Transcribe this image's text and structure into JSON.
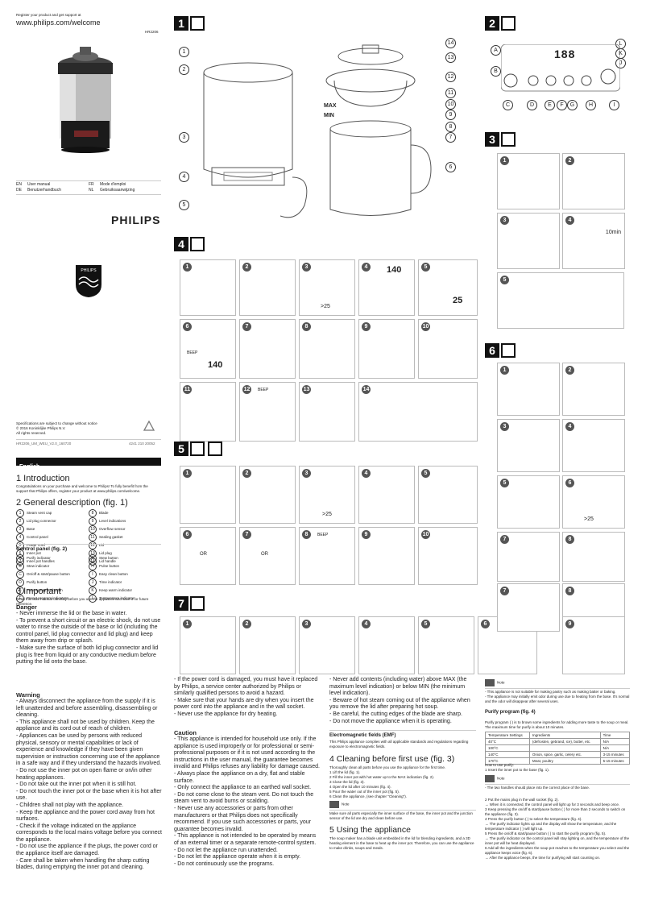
{
  "header": {
    "register_line": "Register your product and get support at",
    "url": "www.philips.com/welcome",
    "model": "HR2206"
  },
  "languages": [
    {
      "code": "EN",
      "name": "User manual"
    },
    {
      "code": "DE",
      "name": "Benutzerhandbuch"
    },
    {
      "code": "FR",
      "name": "Mode d'emploi"
    },
    {
      "code": "NL",
      "name": "Gebruiksaanwijzing"
    }
  ],
  "brand": "PHILIPS",
  "cover_footer": {
    "spec_line": "Specifications are subject to change without notice",
    "copyright": "© 2016 Koninklijke Philips N.V.",
    "rights": "All rights reserved.",
    "doc_code": "HR2206_UM_WEU_V2.0_160720",
    "part_no": "4241 210 20052"
  },
  "fig_labels": {
    "f1": "1",
    "f2": "2",
    "f3": "3",
    "f4": "4",
    "f5": "5",
    "f6": "6",
    "f7": "7"
  },
  "fig1_callouts_left": [
    "1",
    "2",
    "3",
    "4",
    "5"
  ],
  "fig1_callouts_right": [
    "14",
    "13",
    "12",
    "11",
    "10",
    "9",
    "8",
    "7",
    "6"
  ],
  "fig1_level": {
    "max": "MAX",
    "min": "MIN"
  },
  "fig2_callouts_top": [
    "A",
    "B",
    "L",
    "K",
    "J"
  ],
  "fig2_callouts_bottom": [
    "C",
    "D",
    "E",
    "F",
    "G",
    "H",
    "I"
  ],
  "fig2_display": "188",
  "fig3_panels": [
    "1",
    "2",
    "3",
    "4",
    "5"
  ],
  "fig3_timer": "10min",
  "fig4_panels": [
    "1",
    "2",
    "3",
    "4",
    "5",
    "6",
    "7",
    "8",
    "9",
    "10",
    "11",
    "12",
    "13",
    "14"
  ],
  "fig4_texts": {
    "temp1": "140",
    "temp2": "25",
    "speed": ">25",
    "beep": "BEEP",
    "beep2": "BEEP",
    "temp3": "140"
  },
  "fig5_panels": [
    "1",
    "2",
    "3",
    "4",
    "5",
    "6",
    "7",
    "8",
    "9",
    "10"
  ],
  "fig5_texts": {
    "speed": ">25",
    "or1": "OR",
    "or2": "OR",
    "beep": "BEEP"
  },
  "fig6_panels": [
    "1",
    "2",
    "3",
    "4",
    "5",
    "6",
    "7",
    "8"
  ],
  "fig6_texts": {
    "speed": ">25"
  },
  "fig7_panels": [
    "1",
    "2",
    "3",
    "4",
    "5",
    "6",
    "7",
    "8",
    "9"
  ],
  "language_bar": "English",
  "sections": {
    "intro_title": "1   Introduction",
    "intro_text": "Congratulations on your purchase and welcome to Philips! To fully benefit from the support that Philips offers, register your product at www.philips.com/welcome.",
    "general_title": "2   General description (fig. 1)",
    "parts_left": [
      "Steam vent cap",
      "Lid plug connector",
      "Base",
      "Control panel",
      "Power cord",
      "Inner pot",
      "Inner pot handles"
    ],
    "parts_right": [
      "Blade",
      "Level indications",
      "Overflow sensor",
      "Sealing gasket",
      "Lid",
      "Lid plug",
      "Lid handle"
    ],
    "control_title": "Control panel (fig. 2)",
    "control_left": [
      "Purify indicator",
      "Stew indicator",
      "On/off & start/pause button",
      "Purify button",
      "Preset program button",
      "Preset program indicators"
    ],
    "control_right": [
      "Stew button",
      "Pulse button",
      "Easy clean button",
      "Time indicator",
      "Keep warm indicator",
      "Temperature indicator"
    ],
    "important_title": "3   Important",
    "important_intro": "Read this user manual carefully before you use the appliance and save it for future reference.",
    "danger_title": "Danger",
    "danger_items": [
      "Never immerse the lid or the base in water.",
      "To prevent a short circuit or an electric shock, do not use water to rinse the outside of the base or lid (including the control panel, lid plug connector and lid plug) and keep them away from drip or splash.",
      "Make sure the surface of both lid plug connector and lid plug is free from liquid or any conductive medium before putting the lid onto the base."
    ],
    "warning_title": "Warning",
    "warning_items": [
      "Always disconnect the appliance from the supply if it is left unattended and before assembling, disassembling or cleaning.",
      "This appliance shall not be used by children. Keep the appliance and its cord out of reach of children.",
      "Appliances can be used by persons with reduced physical, sensory or mental capabilities or lack of experience and knowledge if they have been given supervision or instruction concerning use of the appliance in a safe way and if they understand the hazards involved.",
      "Do not use the inner pot on open flame or on/in other heating appliances.",
      "Do not take out the inner pot when it is still hot.",
      "Do not touch the inner pot or the base when it is hot after use.",
      "Children shall not play with the appliance.",
      "Keep the appliance and the power cord away from hot surfaces.",
      "Check if the voltage indicated on the appliance corresponds to the local mains voltage before you connect the appliance.",
      "Do not use the appliance if the plugs, the power cord or the appliance itself are damaged.",
      "Care shall be taken when handling the sharp cutting blades, during emptying the inner pot and cleaning."
    ],
    "col2_items": [
      "If the power cord is damaged, you must have it replaced by Philips, a service center authorized by Philips or similarly qualified persons to avoid a hazard.",
      "Make sure that your hands are dry when you insert the power cord into the appliance and in the wall socket.",
      "Never use the appliance for dry heating."
    ],
    "caution_title": "Caution",
    "caution_items": [
      "This appliance is intended for household use only. If the appliance is used improperly or for professional or semi-professional purposes or if it is not used according to the instructions in the user manual, the guarantee becomes invalid and Philips refuses any liability for damage caused.",
      "Always place the appliance on a dry, flat and stable surface.",
      "Only connect the appliance to an earthed wall socket.",
      "Do not come close to the steam vent. Do not touch the steam vent to avoid burns or scalding.",
      "Never use any accessories or parts from other manufacturers or that Philips does not specifically recommend. If you use such accessories or parts, your guarantee becomes invalid.",
      "This appliance is not intended to be operated by means of an external timer or a separate remote-control system.",
      "Do not let the appliance run unattended.",
      "Do not let the appliance operate when it is empty.",
      "Do not continuously use the programs."
    ],
    "col3_items": [
      "Never add contents (including water) above MAX (the maximum level indication) or below MIN (the minimum level indication).",
      "Beware of hot steam coming out of the appliance when you remove the lid after preparing hot soup.",
      "Be careful, the cutting edges of the blade are sharp.",
      "Do not move the appliance when it is operating."
    ],
    "emf_title": "Electromagnetic fields (EMF)",
    "emf_text": "This Philips appliance complies with all applicable standards and regulations regarding exposure to electromagnetic fields.",
    "cleaning_title": "4   Cleaning before first use (fig. 3)",
    "cleaning_intro": "Thoroughly clean all parts before you use the appliance for the first time.",
    "cleaning_steps": [
      "1  Lift the lid (fig. 1).",
      "2  Fill the inner pot with hot water up to the MAX indication (fig. 2).",
      "3  Close the lid (fig. 3).",
      "4  Open the lid after 10 minutes (fig. 4).",
      "5  Pour the water out of the inner pot (fig. 5).",
      "6  Clean the appliance, (see chapter \"Cleaning\")."
    ],
    "note_label": "Note",
    "cleaning_note": "Make sure all parts especially the inner surface of the base, the inner pot and the junction sensor of the lid are dry and clean before use.",
    "using_title": "5   Using the appliance",
    "using_text": "The soup maker has a blade unit embedded in the lid for blending ingredients, and a 3D heating element in the base to heat up the inner pot. Therefore, you can use the appliance to make drinks, soups and meals.",
    "col4_note": [
      "This appliance is not suitable for making pastry such as making batter or baking.",
      "The appliance may initially emit odor during use due to heating from the base. It's normal and the odor will disappear after several uses."
    ],
    "purify_title": "Purify program (fig. 4)",
    "purify_text": "Purify program (  ) is to brown some ingredients for adding more taste to the soup or meal. The maximum time for purify is about 10 minutes.",
    "purify_table_head": [
      "Temperature Settings",
      "Ingredients",
      "Time"
    ],
    "purify_table": [
      [
        "40°C",
        "(defrosten, gebrand, ice), butter, etc.",
        "N/A"
      ],
      [
        "100°C",
        "",
        "N/A"
      ],
      [
        "140°C",
        "Onion, spice, garlic, celery etc.",
        "3-15 minutes"
      ],
      [
        "170°C",
        "Meat, poultry",
        "5-15 minutes"
      ]
    ],
    "purify_howto": "How to use purify:",
    "purify_step1": "1   Insert the inner pot to the base (fig. 1).",
    "purify_note": "The two handles should place into the correct place of the base.",
    "purify_steps": [
      "2   Put the mains plug in the wall socket (fig. 2).",
      "→  When it is connected, the control panel will light up for 3 seconds and beep once.",
      "3   Keep pressing the on/off & start/pause button (  ) for more than 2 seconds to switch on the appliance (fig. 3).",
      "4   Press the purify button (  ) to select the temperature (fig. 4).",
      "→  The purify indicator lights up and the display will show the temperature, and the temperature indicator (  ) will light up.",
      "5   Press the on/off & start/pause button (  ) to start the purify program (fig. 5).",
      "→  The purify indicator on the control panel will stay lighting on, and the temperature of the inner pot will be heat displayed.",
      "6   Add all the ingredients when the soup pot reaches to the temperature you select and the appliance keeps voice (fig. 6).",
      "→  After the appliance beeps, the time for purifying will start counting on."
    ]
  }
}
